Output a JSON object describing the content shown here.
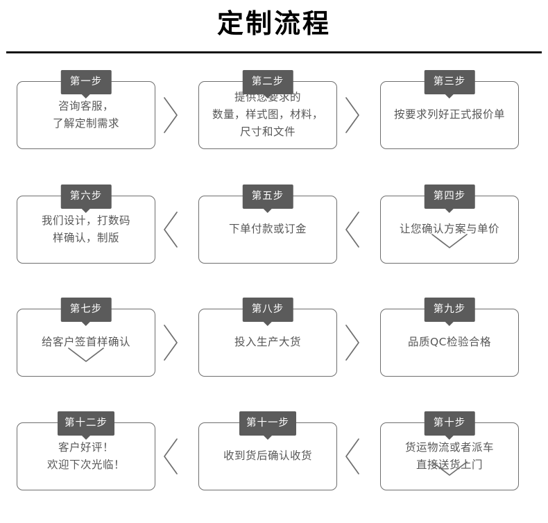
{
  "header": {
    "title": "定制流程"
  },
  "colors": {
    "badge_background": "#5b5b5b",
    "badge_text": "#ffffff",
    "box_border": "#6e6e6e",
    "box_text": "#575757",
    "title_text": "#000000",
    "rule": "#111111",
    "page_background": "#ffffff"
  },
  "flow": {
    "rows": [
      {
        "direction": "left-to-right",
        "steps": [
          {
            "badge": "第一步",
            "lines": [
              "咨询客服，",
              "了解定制需求"
            ]
          },
          {
            "badge": "第二步",
            "lines": [
              "提供您要求的",
              "数量，样式图，材料，",
              "尺寸和文件"
            ]
          },
          {
            "badge": "第三步",
            "lines": [
              "按要求列好正式报价单"
            ]
          }
        ]
      },
      {
        "direction": "right-to-left",
        "steps": [
          {
            "badge": "第六步",
            "lines": [
              "我们设计，打数码",
              "样确认，制版"
            ]
          },
          {
            "badge": "第五步",
            "lines": [
              "下单付款或订金"
            ]
          },
          {
            "badge": "第四步",
            "lines": [
              "让您确认方案与单价"
            ]
          }
        ]
      },
      {
        "direction": "left-to-right",
        "steps": [
          {
            "badge": "第七步",
            "lines": [
              "给客户签首样确认"
            ]
          },
          {
            "badge": "第八步",
            "lines": [
              "投入生产大货"
            ]
          },
          {
            "badge": "第九步",
            "lines": [
              "品质QC检验合格"
            ]
          }
        ]
      },
      {
        "direction": "right-to-left",
        "steps": [
          {
            "badge": "第十二步",
            "lines": [
              "客户好评！",
              "欢迎下次光临！"
            ]
          },
          {
            "badge": "第十一步",
            "lines": [
              "收到货后确认收货"
            ]
          },
          {
            "badge": "第十步",
            "lines": [
              "货运物流或者派车",
              "直接送货上门"
            ]
          }
        ]
      }
    ],
    "connectors": {
      "row1": [
        "chevron-right-icon",
        "chevron-right-icon"
      ],
      "row2": [
        "chevron-left-icon",
        "chevron-left-icon"
      ],
      "row3": [
        "chevron-right-icon",
        "chevron-right-icon"
      ],
      "row4": [
        "chevron-left-icon",
        "chevron-left-icon"
      ],
      "row1_to_row2": "chevron-down-icon",
      "row2_to_row3": "chevron-down-icon",
      "row3_to_row4": "chevron-down-icon"
    }
  }
}
